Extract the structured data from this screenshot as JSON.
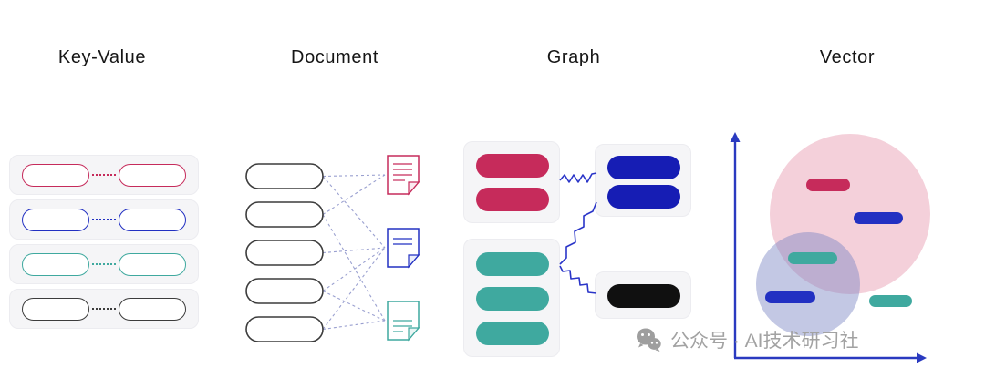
{
  "columns": [
    {
      "id": "key-value",
      "label": "Key-Value"
    },
    {
      "id": "document",
      "label": "Document"
    },
    {
      "id": "graph",
      "label": "Graph"
    },
    {
      "id": "vector",
      "label": "Vector"
    }
  ],
  "colors": {
    "crimson": "#C62B5B",
    "blue": "#2230C2",
    "deep_blue": "#161DB4",
    "teal": "#3FA99F",
    "dark": "#3C3C3C",
    "black": "#101010",
    "card_bg": "#F5F5F7",
    "card_border": "#ECECF0",
    "link_dash": "#9AA0D0",
    "squiggle": "#2A35C8",
    "axis": "#2A3AC0",
    "pink_region": "#E2849E",
    "purple_region": "#7B84C4",
    "watermark_gray": "#A2A2A2"
  },
  "key_value": {
    "rows": [
      {
        "pill_color": "#C62B5B"
      },
      {
        "pill_color": "#2230C2"
      },
      {
        "pill_color": "#3FA99F"
      },
      {
        "pill_color": "#3C3C3C"
      }
    ]
  },
  "document": {
    "record_count": 5,
    "documents": [
      {
        "color": "#C62B5B"
      },
      {
        "color": "#2230C2"
      },
      {
        "color": "#3FA99F"
      }
    ]
  },
  "graph": {
    "groups": [
      {
        "position": "top-left",
        "node_color": "#C62B5B",
        "node_count": 2
      },
      {
        "position": "top-right",
        "node_color": "#161DB4",
        "node_count": 2
      },
      {
        "position": "bottom-left",
        "node_color": "#3FA99F",
        "node_count": 3
      },
      {
        "position": "bottom-right",
        "node_color": "#101010",
        "node_count": 1
      }
    ]
  },
  "vector": {
    "regions": [
      {
        "color": "#E2849E",
        "opacity": "0.38"
      },
      {
        "color": "#7B84C4",
        "opacity": "0.45"
      }
    ],
    "points": [
      {
        "color": "#C62B5B"
      },
      {
        "color": "#2230C2"
      },
      {
        "color": "#3FA99F"
      },
      {
        "color": "#2230C2"
      },
      {
        "color": "#3FA99F"
      }
    ]
  },
  "watermark": {
    "text": "公众号 · AI技术研习社"
  }
}
